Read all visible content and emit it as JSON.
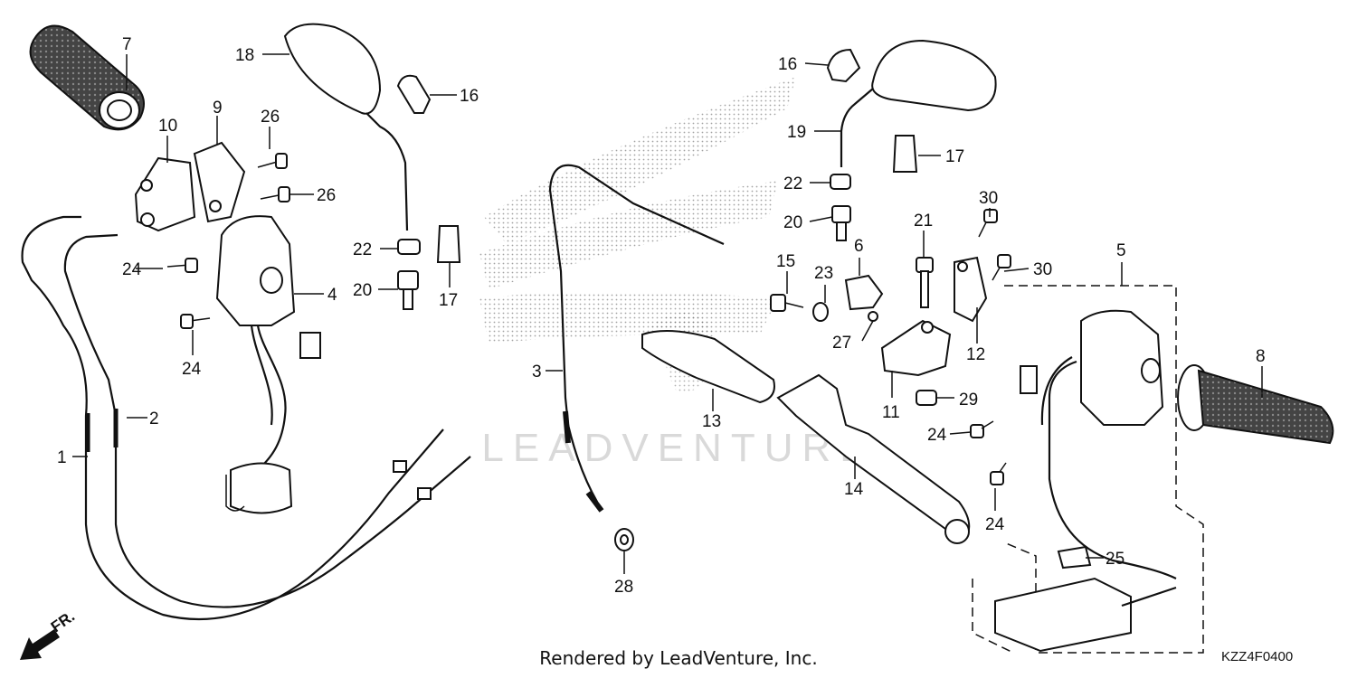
{
  "diagram": {
    "callouts": [
      "1",
      "2",
      "3",
      "4",
      "5",
      "6",
      "7",
      "8",
      "9",
      "10",
      "11",
      "12",
      "13",
      "14",
      "15",
      "16",
      "16",
      "17",
      "17",
      "18",
      "19",
      "20",
      "20",
      "21",
      "22",
      "22",
      "23",
      "24",
      "24",
      "24",
      "24",
      "25",
      "26",
      "26",
      "27",
      "28",
      "29",
      "30",
      "30"
    ],
    "watermark": "LEADVENTURE",
    "direction_label": "FR.",
    "diagram_code": "KZZ4F0400",
    "footer": "Rendered by LeadVenture, Inc."
  },
  "colors": {
    "ink": "#111111",
    "background": "#ffffff",
    "watermark": "#d9d9d9"
  }
}
